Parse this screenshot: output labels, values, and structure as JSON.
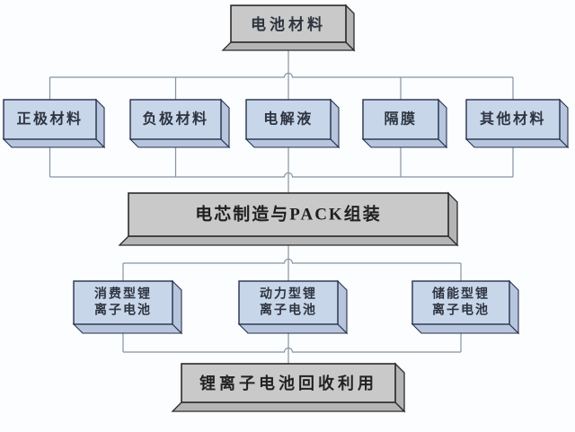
{
  "nodes": {
    "top": {
      "label": "电池材料"
    },
    "row2": [
      {
        "label": "正极材料"
      },
      {
        "label": "负极材料"
      },
      {
        "label": "电解液"
      },
      {
        "label": "隔膜"
      },
      {
        "label": "其他材料"
      }
    ],
    "middle": {
      "label": "电芯制造与PACK组装"
    },
    "row3": [
      {
        "line1": "消费型锂",
        "line2": "离子电池"
      },
      {
        "line1": "动力型锂",
        "line2": "离子电池"
      },
      {
        "line1": "储能型锂",
        "line2": "离子电池"
      }
    ],
    "bottom": {
      "label": "锂离子电池回收利用"
    }
  },
  "colors": {
    "background": "#fcfdfe",
    "connector": "#8494a2",
    "blue_box_face": "#c8d6ea",
    "blue_box_side": "#b7c6dc",
    "blue_box_border": "#25304e",
    "gray_box_face": "#c9c9c9",
    "gray_box_side": "#b5b5b5",
    "gray_box_border": "#2b2b2b",
    "text": "#2e3440"
  }
}
